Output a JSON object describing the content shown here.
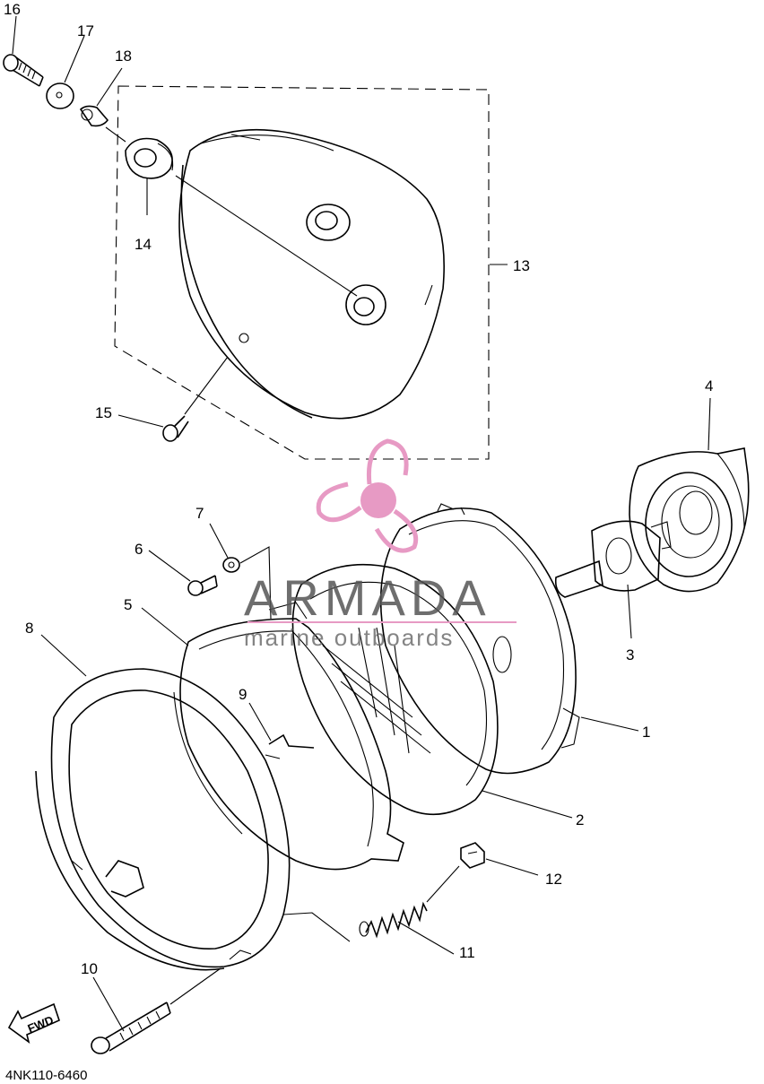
{
  "diagram_code": "4NK110-6460",
  "fwd_label": "FWD",
  "watermark": {
    "title": "ARMADA",
    "subtitle": "marine outboards",
    "accent_color": "#e79ac4"
  },
  "callouts": {
    "c1": "1",
    "c2": "2",
    "c3": "3",
    "c4": "4",
    "c5": "5",
    "c6": "6",
    "c7": "7",
    "c8": "8",
    "c9": "9",
    "c10": "10",
    "c11": "11",
    "c12": "12",
    "c13": "13",
    "c14": "14",
    "c15": "15",
    "c16": "16",
    "c17": "17",
    "c18": "18"
  }
}
